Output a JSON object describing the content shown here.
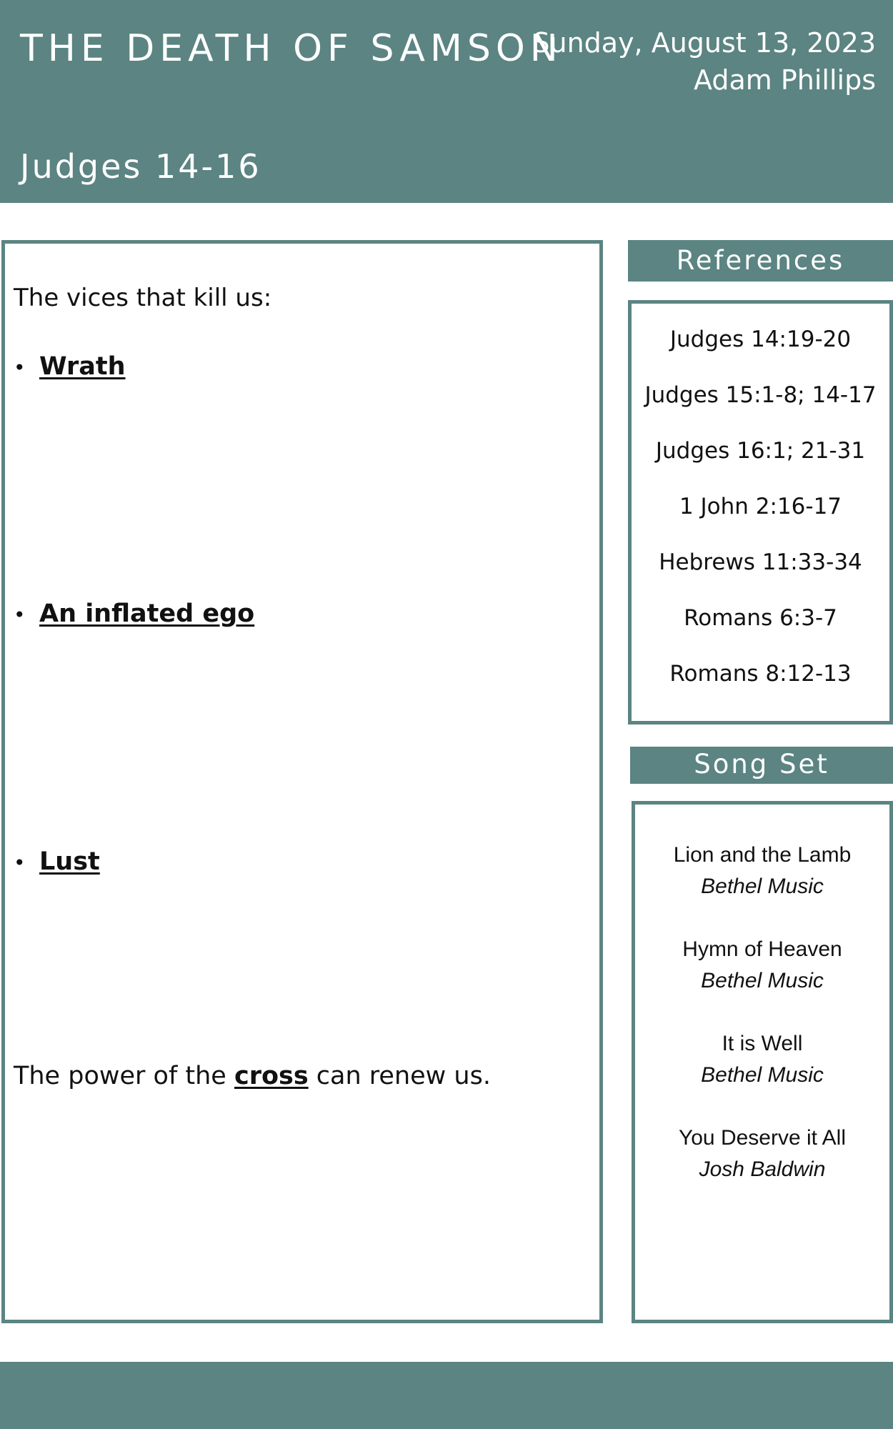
{
  "header": {
    "title": "THE DEATH OF SAMSON",
    "date": "Sunday, August 13, 2023",
    "speaker": "Adam Phillips",
    "scripture": "Judges 14-16"
  },
  "notes": {
    "intro": "The vices that kill us:",
    "vices": [
      "Wrath",
      "An inflated ego",
      "Lust"
    ],
    "closing": {
      "before": "The power of the ",
      "emphasis": "cross",
      "after": " can renew us."
    }
  },
  "references": {
    "heading": "References",
    "items": [
      "Judges 14:19-20",
      "Judges 15:1-8; 14-17",
      "Judges 16:1; 21-31",
      "1 John 2:16-17",
      "Hebrews 11:33-34",
      "Romans 6:3-7",
      "Romans 8:12-13"
    ]
  },
  "songs": {
    "heading": "Song Set",
    "items": [
      {
        "title": "Lion and the Lamb",
        "artist": "Bethel Music"
      },
      {
        "title": "Hymn of Heaven",
        "artist": "Bethel Music"
      },
      {
        "title": "It is Well",
        "artist": "Bethel Music"
      },
      {
        "title": "You Deserve it All",
        "artist": "Josh Baldwin"
      }
    ]
  },
  "colors": {
    "accent": "#5b8482",
    "text": "#111111",
    "background": "#ffffff"
  }
}
